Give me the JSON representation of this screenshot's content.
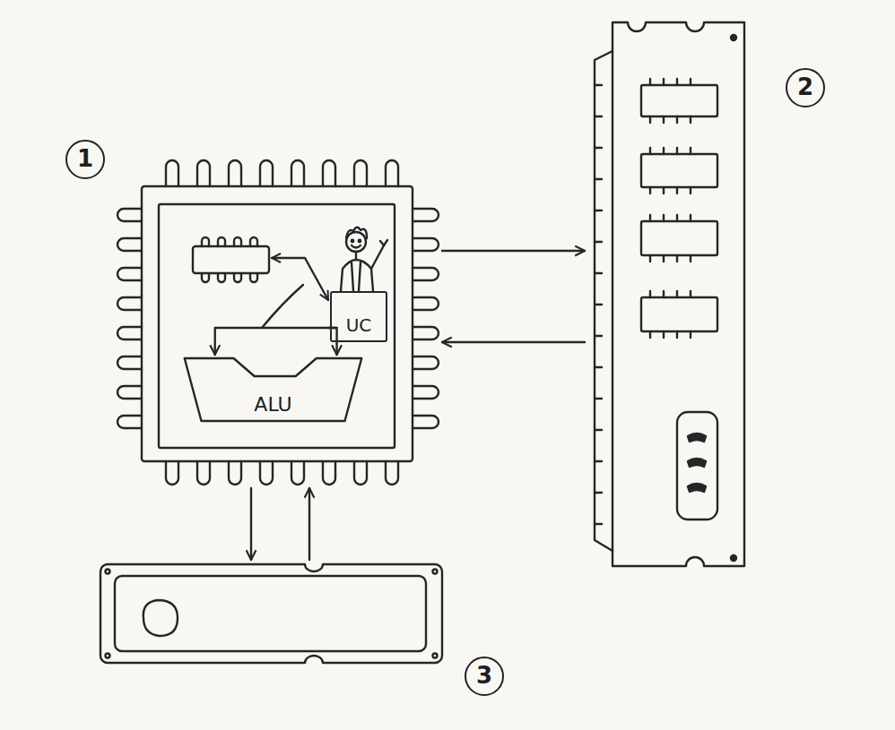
{
  "diagram": {
    "nodes": [
      {
        "text": [
          "1"
        ]
      },
      {
        "text": [
          "UC"
        ],
        "in": 0
      },
      {
        "text": [
          "ALU"
        ],
        "in": 0
      },
      {
        "text": [
          "2"
        ]
      },
      {
        "text": [
          "3"
        ]
      }
    ],
    "edges": [
      {
        "from": 0,
        "to": 3,
        "arrow": "to"
      },
      {
        "from": 3,
        "to": 0,
        "arrow": "to"
      },
      {
        "from": 0,
        "to": 4,
        "arrow": "to"
      },
      {
        "from": 4,
        "to": 0,
        "arrow": "to"
      },
      {
        "from": 1,
        "to": 2,
        "arrow": "to"
      }
    ]
  }
}
